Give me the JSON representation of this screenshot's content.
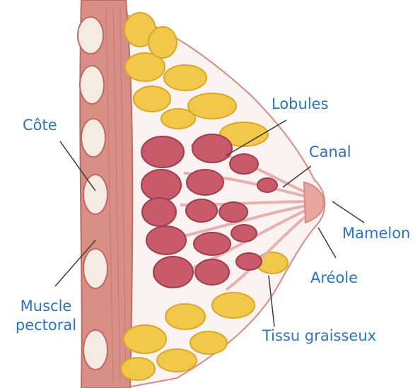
{
  "labels": {
    "cote": "Côte",
    "lobules": "Lobules",
    "canal": "Canal",
    "mamelon": "Mamelon",
    "areole": "Aréole",
    "muscle_line1": "Muscle",
    "muscle_line2": "pectoral",
    "tissu": "Tissu graisseux"
  },
  "colors": {
    "label_text": "#2a74c4",
    "leader_line": "#3a3a3a",
    "muscle": "#d98e86",
    "muscle_dark": "#c06a63",
    "rib": "#f4ece2",
    "fat": "#f2c84b",
    "fat_edge": "#d9a72a",
    "lobule": "#c85a6a",
    "lobule_edge": "#9e3e4e",
    "duct": "#e8b0b0",
    "breast_fill": "#fbf2f2",
    "skin_outline": "#d98a85"
  }
}
